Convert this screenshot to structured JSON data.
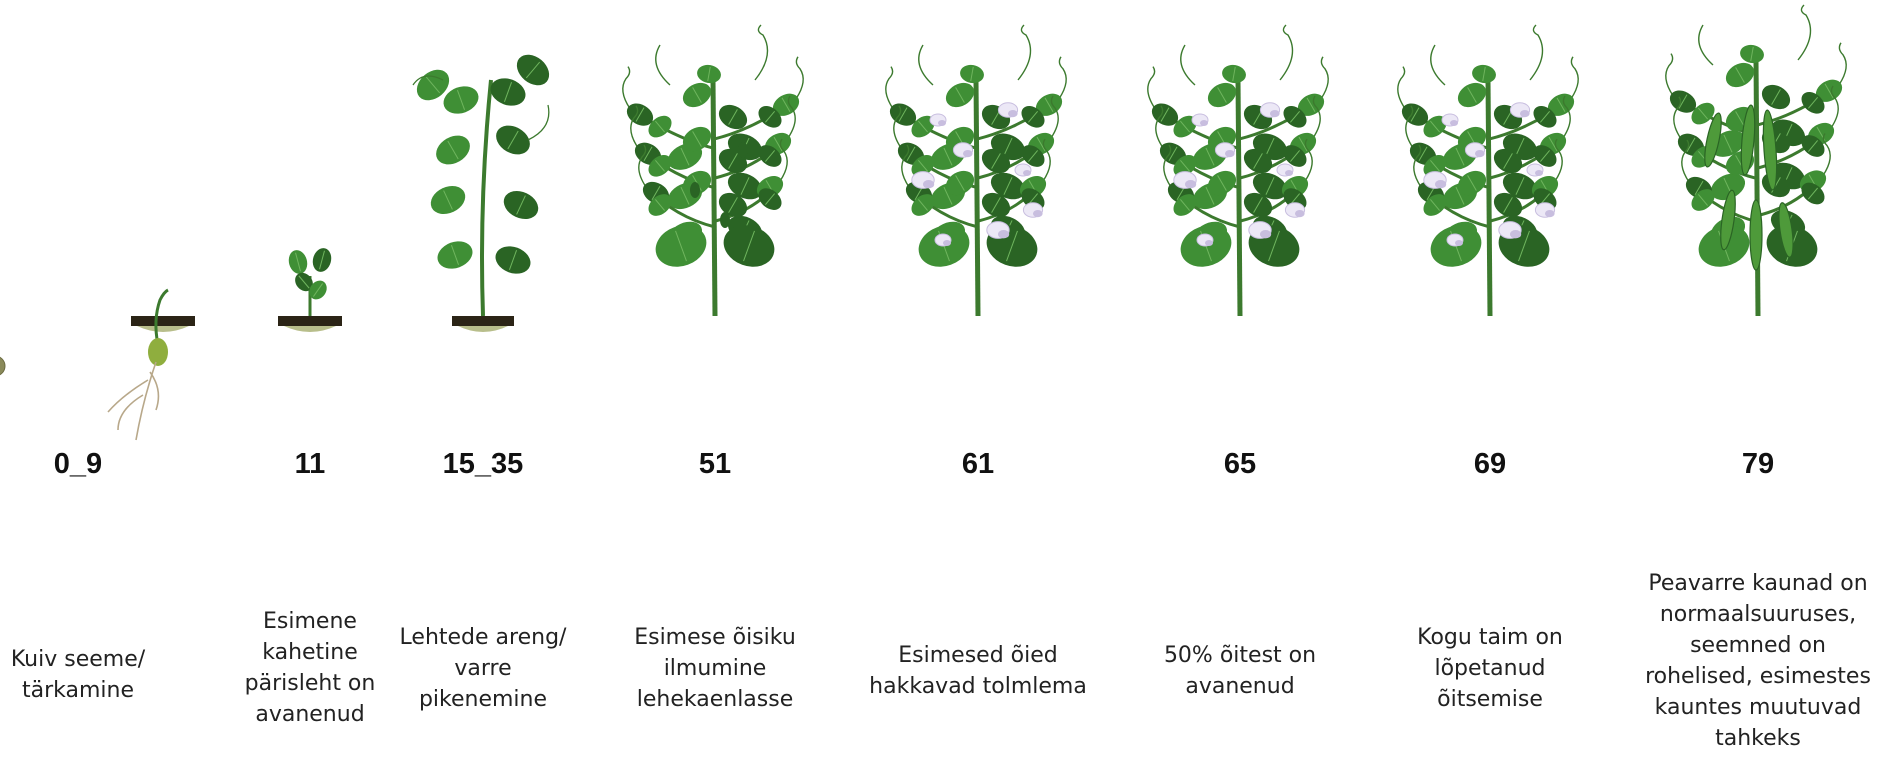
{
  "diagram": {
    "stages": [
      {
        "code": "0_9",
        "description": "Kuiv seeme/\ntärkamine",
        "plant": "seed-germination"
      },
      {
        "code": "11",
        "description": "Esimene\nkahetine\npärisleht on\navanenud",
        "plant": "seedling"
      },
      {
        "code": "15_35",
        "description": "Lehtede areng/\nvarre\npikenemine",
        "plant": "leafy-plant"
      },
      {
        "code": "51",
        "description": "Esimese õisiku\nilmumine\nlehekaenlasse",
        "plant": "budding-plant"
      },
      {
        "code": "61",
        "description": "Esimesed õied\nhakkavad tolmlema",
        "plant": "flowering-plant"
      },
      {
        "code": "65",
        "description": "50% õitest on\navanenud",
        "plant": "flowering-plant"
      },
      {
        "code": "69",
        "description": "Kogu taim on\nlõpetanud\nõitsemise",
        "plant": "flowering-plant"
      },
      {
        "code": "79",
        "description": "Peavarre kaunad on\nnormaalsuuruses,\nseemned on\nrohelised, esimestes\nkauntes muutuvad\ntahkeks",
        "plant": "podded-plant"
      }
    ],
    "colors": {
      "leaf": "#3f8f35",
      "leaf_dark": "#2a6424",
      "stem": "#3c7a2e",
      "soil": "#2b2416",
      "soil_moss": "#9aa25a",
      "seed": "#8a8a5a",
      "root": "#b8a88a",
      "flower": "#ece8f6",
      "flower_shade": "#c8bedf",
      "pod": "#4e9a3a"
    }
  }
}
